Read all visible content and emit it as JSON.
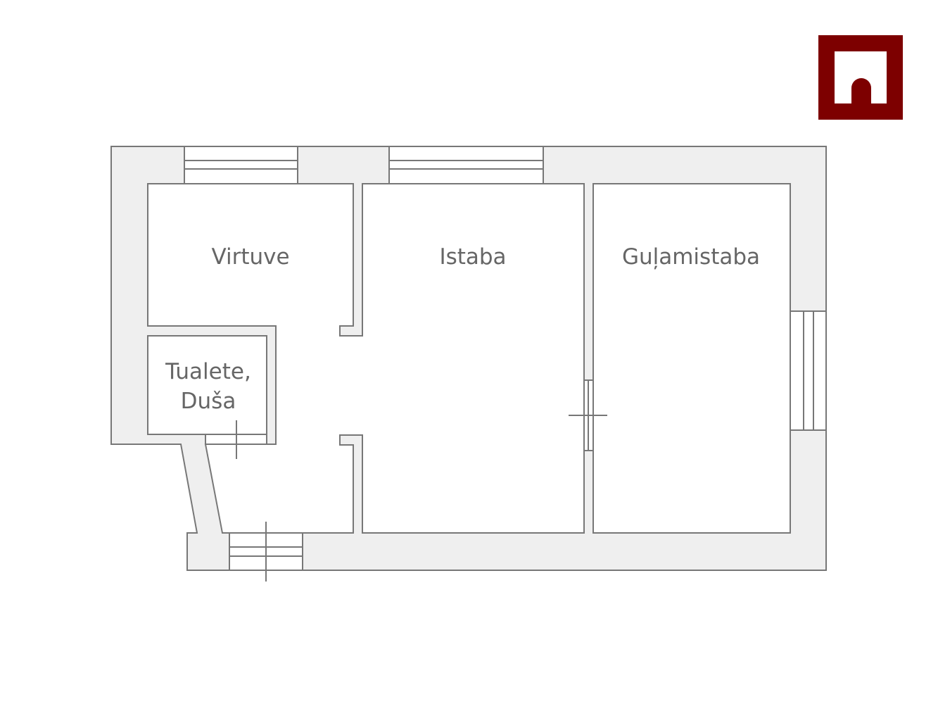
{
  "rooms": {
    "kitchen": "Virtuve",
    "room": "Istaba",
    "bedroom": "Guļamistaba",
    "toilet_line1": "Tualete,",
    "toilet_line2": "Duša"
  },
  "logo": {
    "icon": "arch-logo-icon",
    "color": "#7d0000"
  },
  "colors": {
    "wall_fill": "#efefef",
    "line": "#777777",
    "text": "#666666"
  }
}
